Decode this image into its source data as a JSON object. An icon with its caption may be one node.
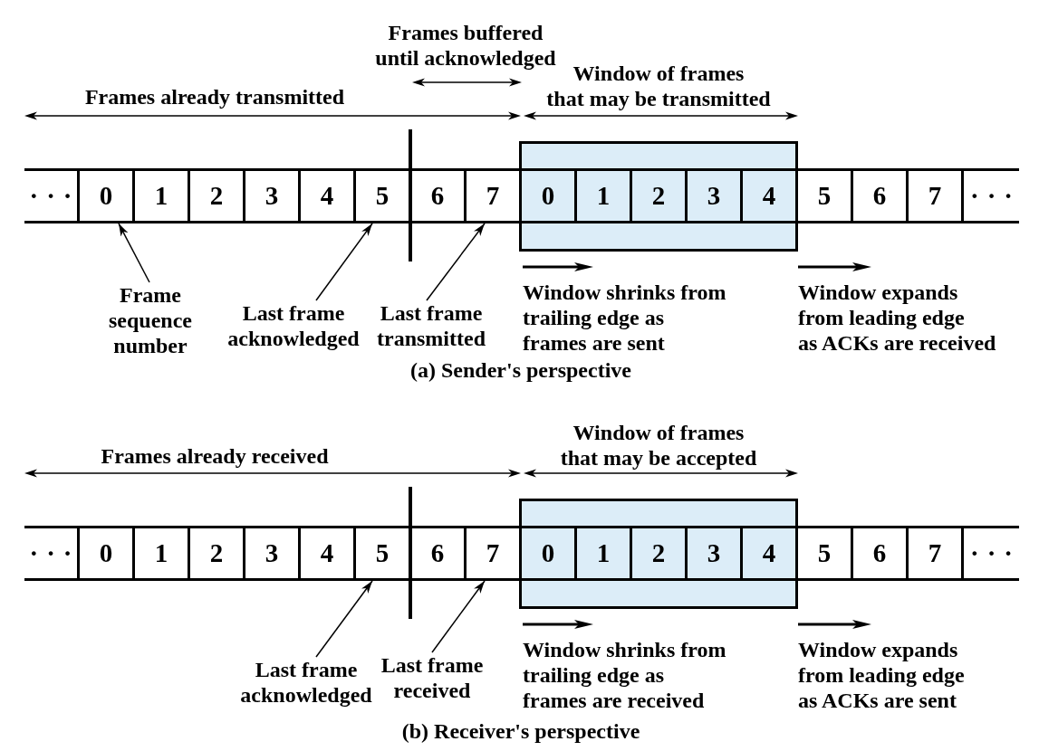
{
  "diagram": {
    "nodes": [
      {
        "text": [
          "···"
        ]
      },
      {
        "text": [
          "0"
        ]
      },
      {
        "text": [
          "1"
        ]
      },
      {
        "text": [
          "2"
        ]
      },
      {
        "text": [
          "3"
        ]
      },
      {
        "text": [
          "4"
        ]
      },
      {
        "text": [
          "5"
        ]
      },
      {
        "text": [
          "6"
        ]
      },
      {
        "text": [
          "7"
        ]
      },
      {
        "text": [],
        "shape": "box"
      },
      {
        "text": [
          "0"
        ],
        "in": 9
      },
      {
        "text": [
          "1"
        ],
        "in": 9
      },
      {
        "text": [
          "2"
        ],
        "in": 9
      },
      {
        "text": [
          "3"
        ],
        "in": 9
      },
      {
        "text": [
          "4"
        ],
        "in": 9
      },
      {
        "text": [
          "5"
        ]
      },
      {
        "text": [
          "6"
        ]
      },
      {
        "text": [
          "7"
        ]
      },
      {
        "text": [
          "···"
        ]
      },
      {
        "text": [
          "Frame sequence number"
        ]
      },
      {
        "text": [
          "Last frame acknowledged"
        ]
      },
      {
        "text": [
          "Last frame transmitted"
        ]
      },
      {
        "text": [
          "···"
        ]
      },
      {
        "text": [
          "0"
        ]
      },
      {
        "text": [
          "1"
        ]
      },
      {
        "text": [
          "2"
        ]
      },
      {
        "text": [
          "3"
        ]
      },
      {
        "text": [
          "4"
        ]
      },
      {
        "text": [
          "5"
        ]
      },
      {
        "text": [
          "6"
        ]
      },
      {
        "text": [
          "7"
        ]
      },
      {
        "text": [],
        "shape": "box"
      },
      {
        "text": [
          "0"
        ],
        "in": 31
      },
      {
        "text": [
          "1"
        ],
        "in": 31
      },
      {
        "text": [
          "2"
        ],
        "in": 31
      },
      {
        "text": [
          "3"
        ],
        "in": 31
      },
      {
        "text": [
          "4"
        ],
        "in": 31
      },
      {
        "text": [
          "5"
        ]
      },
      {
        "text": [
          "6"
        ]
      },
      {
        "text": [
          "7"
        ]
      },
      {
        "text": [
          "···"
        ]
      },
      {
        "text": [
          "Last frame acknowledged"
        ]
      },
      {
        "text": [
          "Last frame received"
        ]
      }
    ],
    "edges": [
      {
        "from": 19,
        "to": 1,
        "arrow": "to"
      },
      {
        "from": 20,
        "to": 6,
        "arrow": "to"
      },
      {
        "from": 21,
        "to": 8,
        "arrow": "to"
      },
      {
        "from": 41,
        "to": 28,
        "arrow": "to"
      },
      {
        "from": 42,
        "to": 30,
        "arrow": "to"
      }
    ],
    "labels": [
      "Frames buffered until acknowledged",
      "Frames already transmitted",
      "Window of frames that may be transmitted",
      "Window shrinks from trailing edge as frames are sent",
      "Window expands from leading edge as ACKs are received",
      "(a) Sender's perspective",
      "Frames already received",
      "Window of frames that may be accepted",
      "Window shrinks from trailing edge as frames are received",
      "Window expands from leading edge as ACKs are sent",
      "(b) Receiver's perspective"
    ]
  }
}
